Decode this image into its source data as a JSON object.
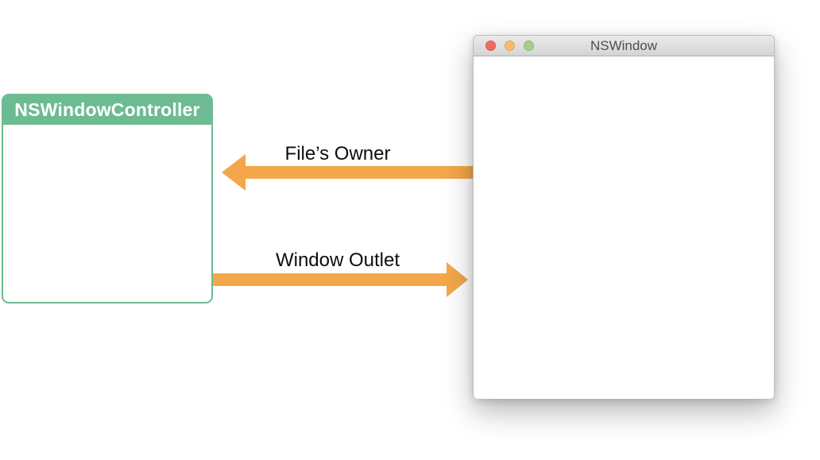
{
  "controller_box": {
    "title": "NSWindowController"
  },
  "arrows": {
    "files_owner": {
      "label": "File’s Owner",
      "direction": "right-to-left",
      "from": "NSWindow nib",
      "to": "NSWindowController"
    },
    "window_outlet": {
      "label": "Window Outlet",
      "direction": "left-to-right",
      "from": "NSWindowController",
      "to": "NSWindow"
    }
  },
  "ns_window": {
    "title": "NSWindow",
    "traffic_lights": [
      {
        "name": "close-button",
        "color": "#EE6B5F",
        "border": "#D8584C"
      },
      {
        "name": "minimize-button",
        "color": "#F5BE68",
        "border": "#DFA549"
      },
      {
        "name": "zoom-button",
        "color": "#A5CE8D",
        "border": "#8FBA74"
      }
    ]
  },
  "colors": {
    "arrow_orange": "#F3A74A",
    "header_green": "#6DBB92",
    "title_bar_top": "#EAEAEA",
    "title_bar_bottom": "#D4D4D4",
    "label_text": "#0D0D0D",
    "window_title_text": "#4E4E4E"
  }
}
